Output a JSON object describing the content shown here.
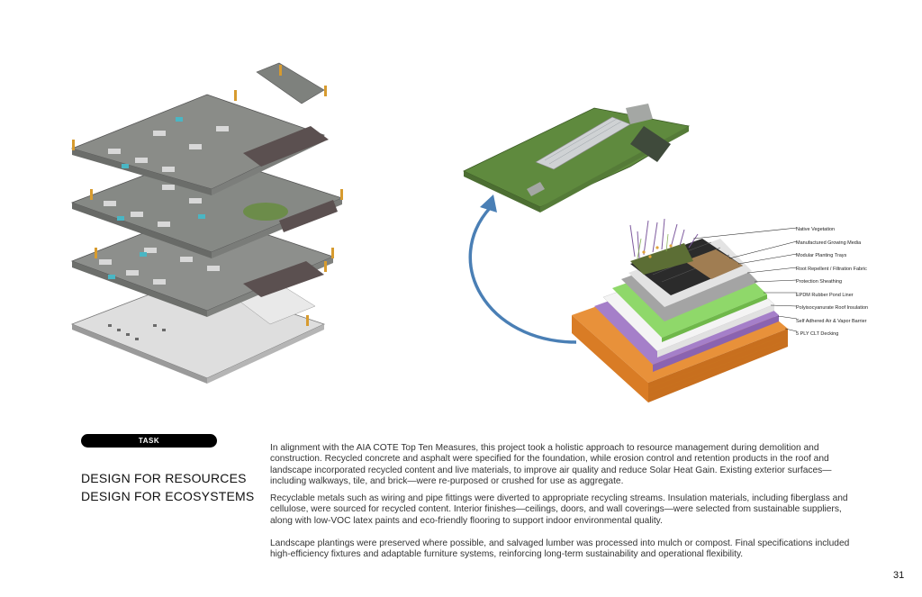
{
  "task_label": "TASK",
  "headings": [
    "DESIGN FOR RESOURCES",
    "DESIGN FOR ECOSYSTEMS"
  ],
  "paragraphs": [
    "In alignment with the AIA COTE Top Ten Measures, this project took a holistic approach to resource management during demolition and construction. Recycled concrete and asphalt were specified for the foundation, while erosion control and retention products in the roof and landscape incorporated recycled content and live materials, to improve air quality and reduce Solar Heat Gain. Existing exterior surfaces—including walkways, tile, and brick—were re-purposed or crushed for use as aggregate.",
    "Recyclable metals such as wiring and pipe fittings were diverted to appropriate recycling streams. Insulation materials, including fiberglass and cellulose, were sourced for recycled content. Interior finishes—ceilings, doors, and wall coverings—were selected from sustainable suppliers, along with low-VOC latex paints and eco-friendly flooring to support indoor environmental quality.",
    "Landscape plantings were preserved where possible, and salvaged lumber was processed into mulch or compost. Final specifications included high-efficiency fixtures and adaptable furniture systems, reinforcing long-term sustainability and operational flexibility."
  ],
  "roof_layers": [
    "Native Vegetation",
    "Manufactured Growing Media",
    "Modular Planting Trays",
    "Root Repellent / Filtration Fabric",
    "Protection Sheathing",
    "EPDM Rubber Pond Liner",
    "Polyisocyanurate Roof Insulation",
    "Self Adhered Air & Vapor Barrier",
    "5 PLY CLT Decking"
  ],
  "page_number": "31",
  "colors": {
    "roof_green": "#5f8a3e",
    "arrow_blue": "#4a7fb5",
    "clt_orange": "#e8913a",
    "barrier_purple": "#a57fc9",
    "liner_green": "#8fd86a",
    "pill_black": "#000000"
  }
}
